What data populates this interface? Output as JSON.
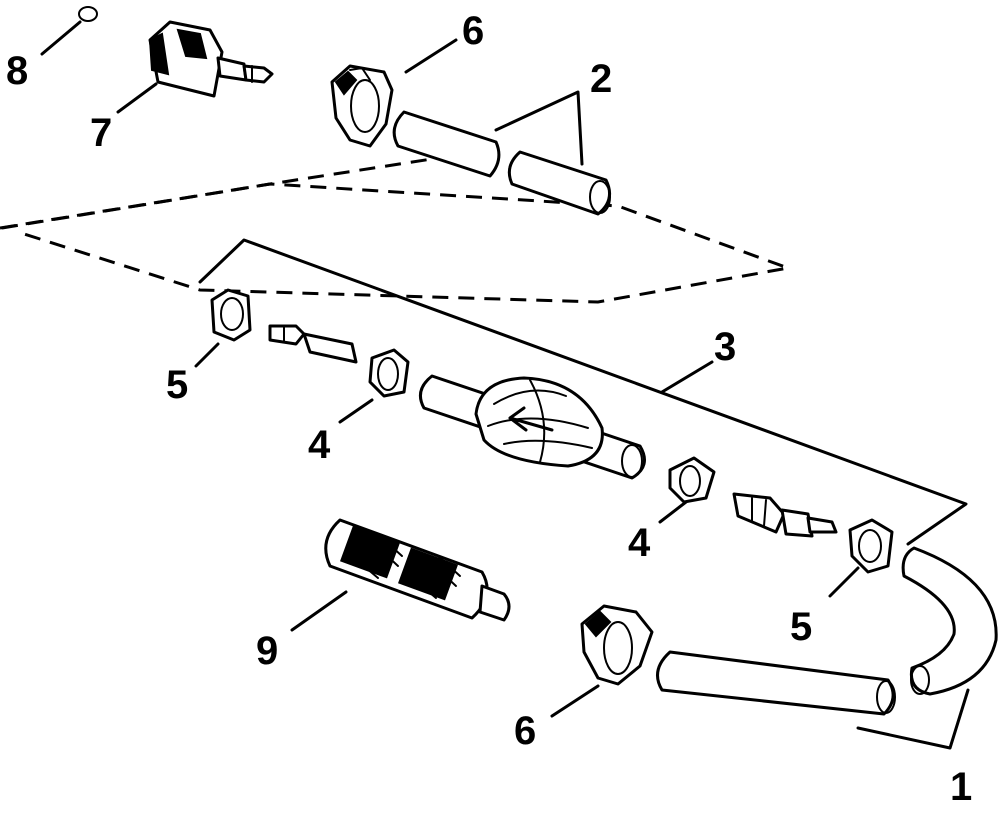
{
  "callouts": {
    "hose_lower": "1",
    "hose_upper": "2",
    "primer_bulb_assembly": "3",
    "clip_left": "4",
    "clip_right": "4",
    "clamp_left": "5",
    "clamp_right": "5",
    "tie_strap_upper": "6",
    "tie_strap_lower": "6",
    "connector": "7",
    "o_ring": "8",
    "filter": "9"
  },
  "colors": {
    "ink": "#000000",
    "paper": "#ffffff"
  }
}
